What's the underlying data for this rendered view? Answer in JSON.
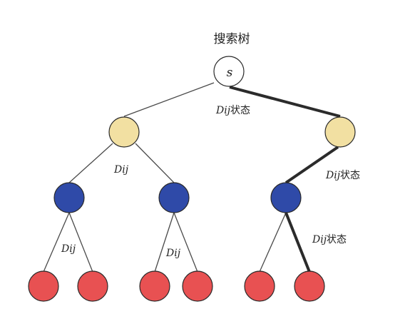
{
  "title": "搜索树",
  "root_label": "s",
  "labels": {
    "dij_state": "Dij状态",
    "dij": "Dij",
    "dij_prefix": "Dij",
    "state_suffix": "状态"
  },
  "colors": {
    "root": "#ffffff",
    "level1": "#f2e0a2",
    "level2": "#2f4aa8",
    "leaf": "#e85152",
    "edge": "#4a4a4a",
    "bold_edge": "#2b2b2b"
  }
}
